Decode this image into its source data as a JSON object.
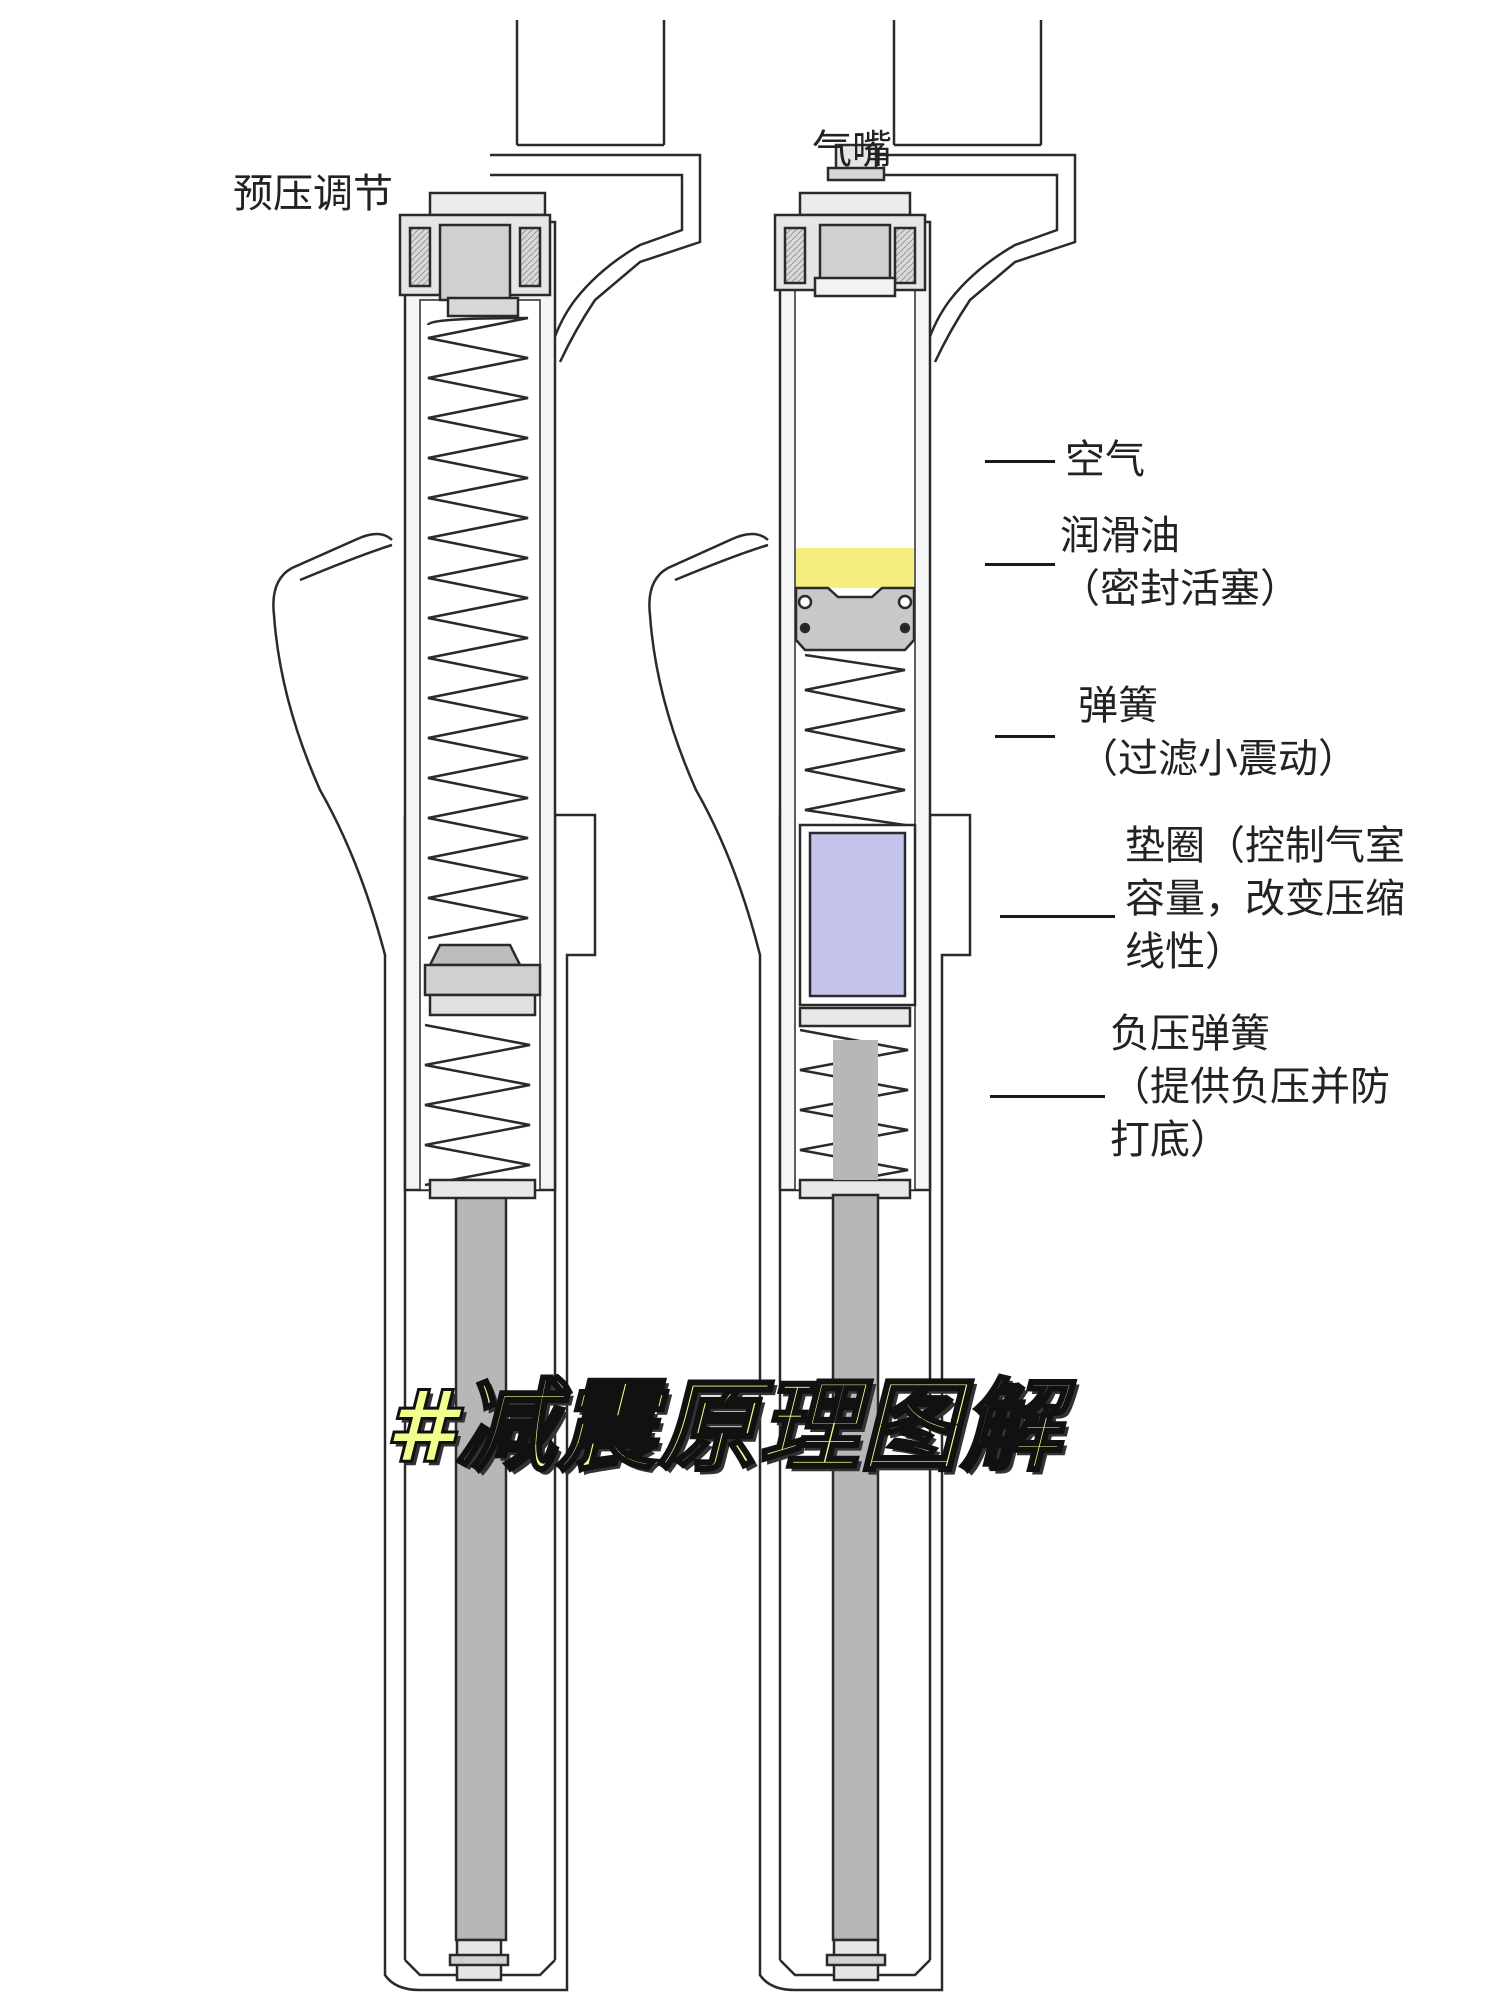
{
  "labels": {
    "preload_adjust": "预压调节",
    "air_valve": "气嘴",
    "air": "空气",
    "damping_oil_line1": "润滑油",
    "damping_oil_line2": "（密封活塞）",
    "spring_line1": "弹簧",
    "spring_line2": "（过滤小震动）",
    "spacer_line1": "垫圈（控制气室",
    "spacer_line2": "容量，改变压缩",
    "spacer_line3": "线性）",
    "neg_spring_line1": "负压弹簧",
    "neg_spring_line2": "（提供负压并防",
    "neg_spring_line3": "打底）"
  },
  "hashtag": "#减震原理图解",
  "colors": {
    "oil": "#f4ee80",
    "spacer": "#c3c3ec",
    "piston": "#c8c8c8",
    "tube_fill": "#ffffff",
    "stanchion": "#f4f4f4",
    "rod": "#b7b7b7",
    "hashtag_fill": "#f2ff8c"
  }
}
